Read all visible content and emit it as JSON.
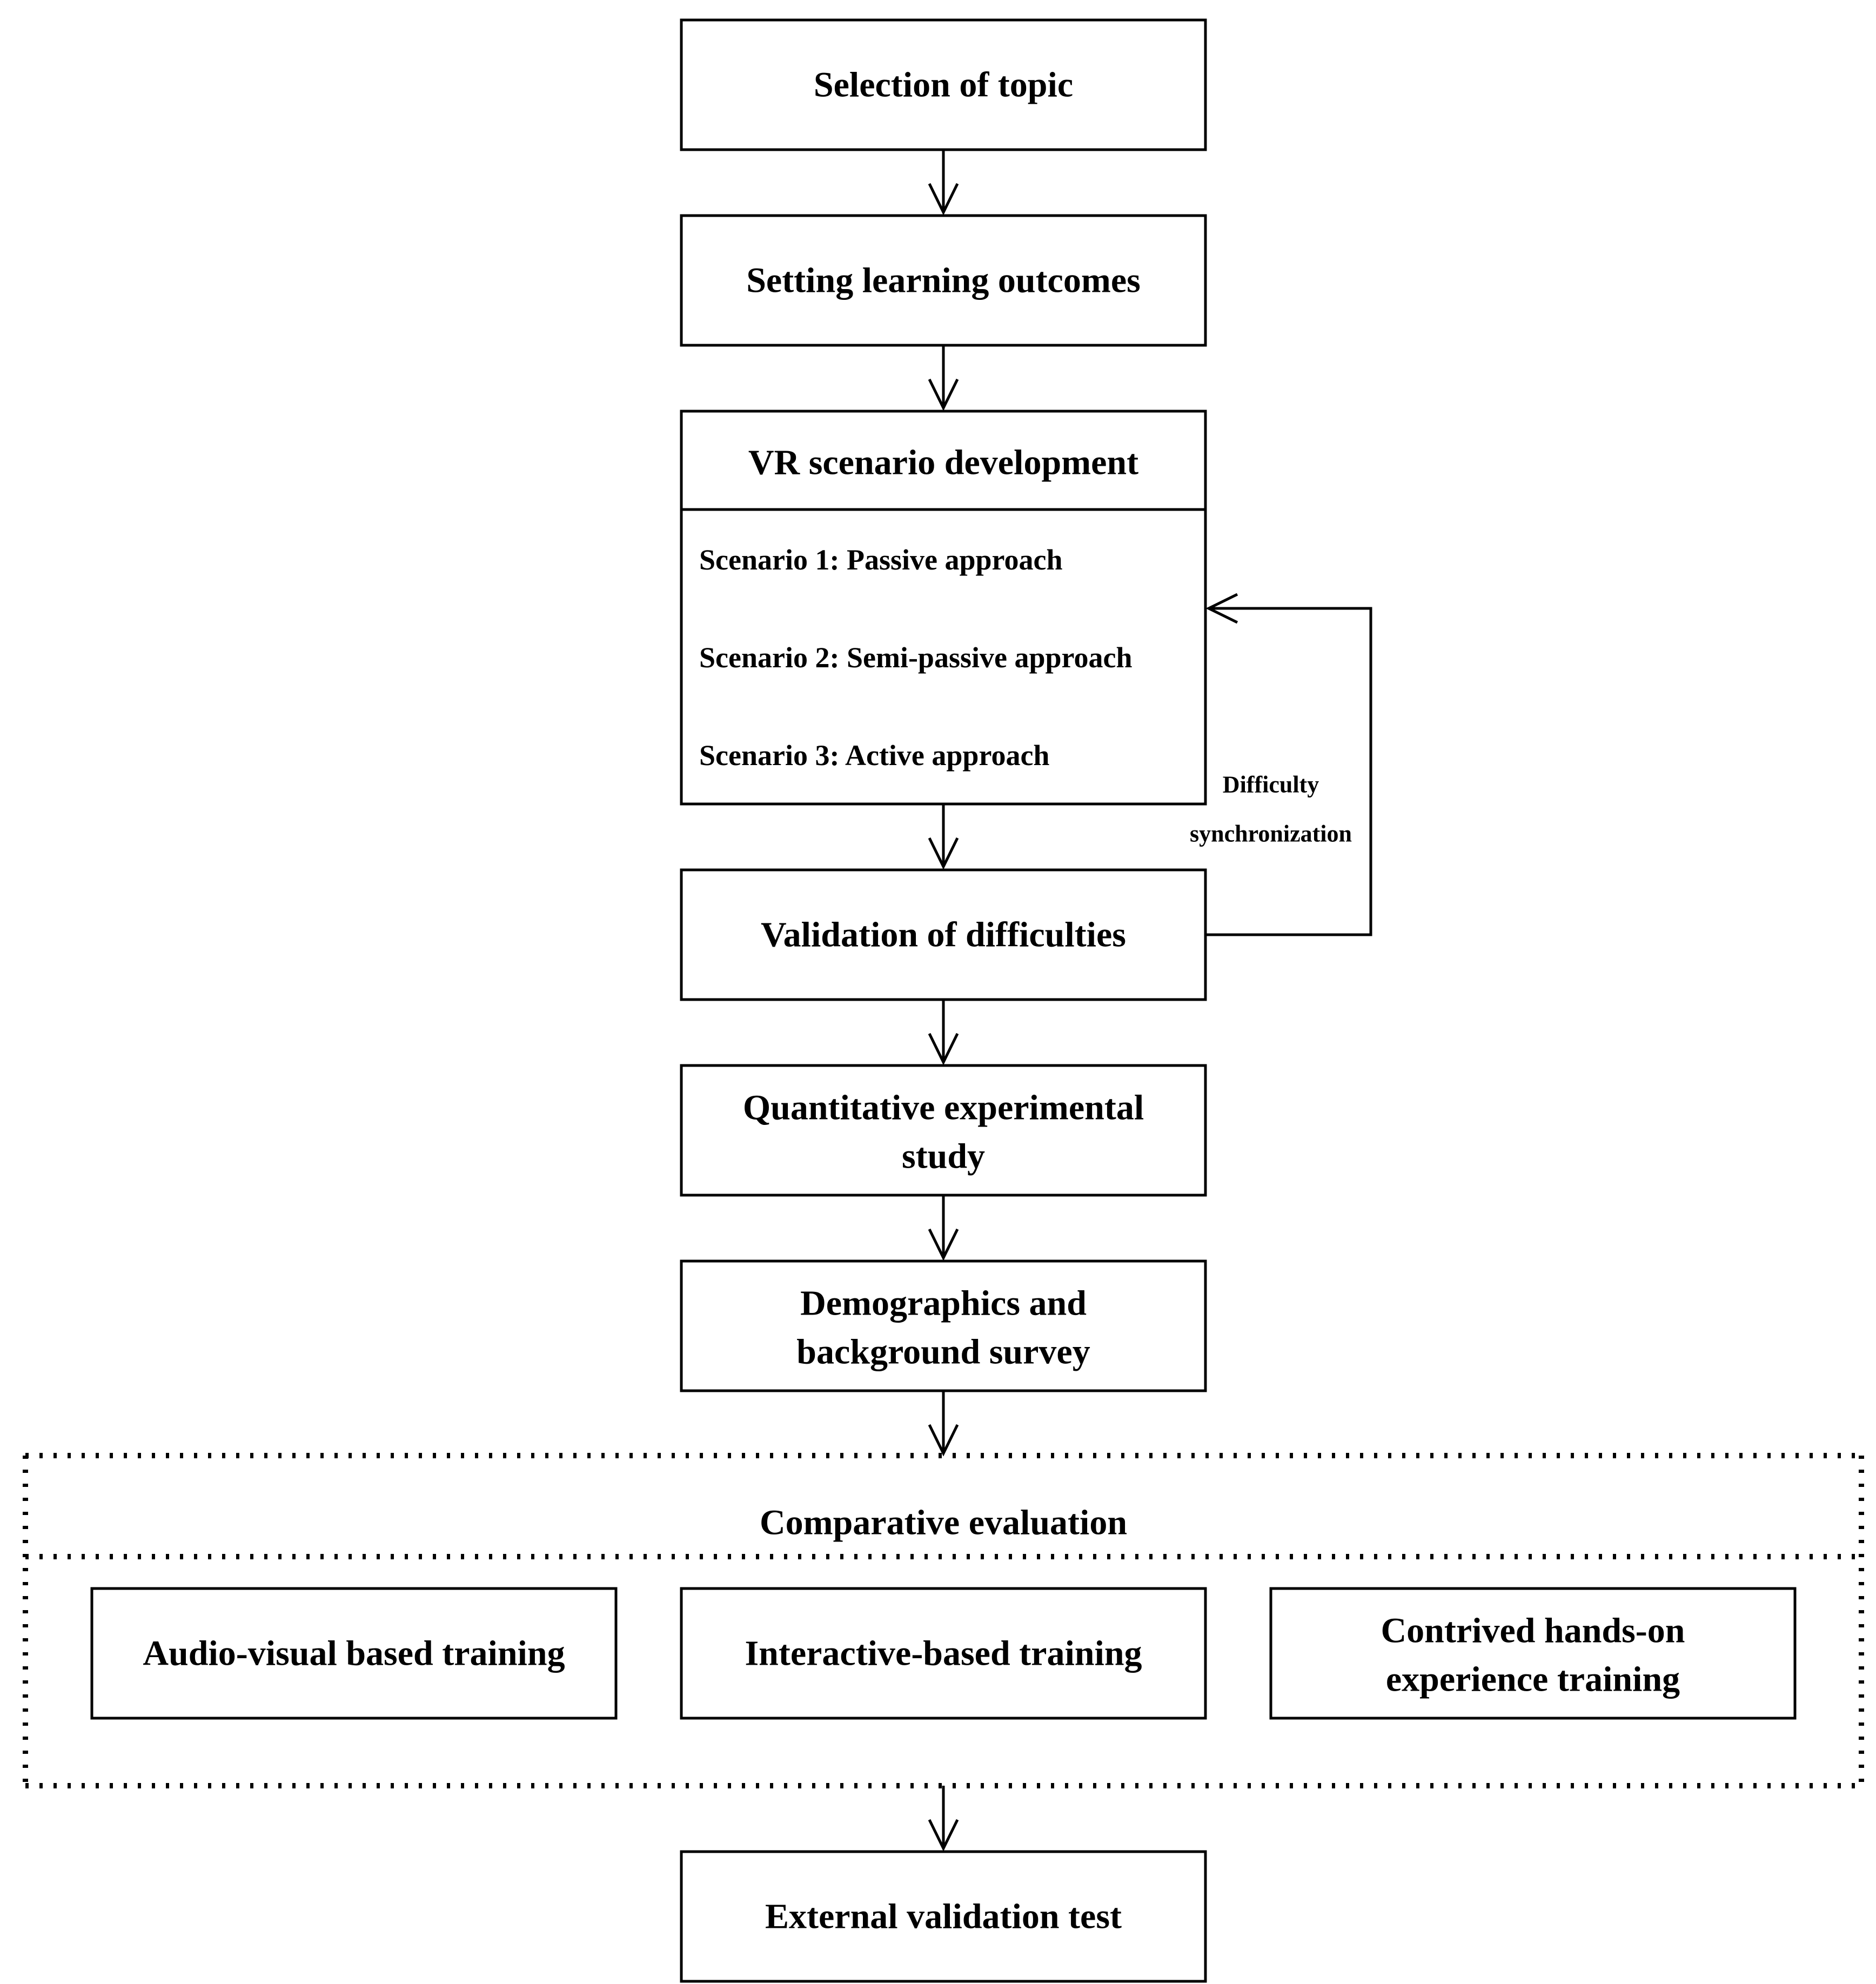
{
  "nodes": {
    "selection_of_topic": "Selection of topic",
    "setting_learning_outcomes": "Setting learning outcomes",
    "vr_scenario_development": {
      "title": "VR scenario development",
      "scenarios": [
        "Scenario 1: Passive approach",
        "Scenario 2: Semi-passive approach",
        "Scenario 3: Active approach"
      ]
    },
    "validation_of_difficulties": "Validation of difficulties",
    "quantitative_experimental_study": [
      "Quantitative experimental",
      "study"
    ],
    "demographics_survey": [
      "Demographics and",
      "background survey"
    ],
    "comparative_evaluation": {
      "title": "Comparative evaluation",
      "items": [
        [
          "Audio-visual based training"
        ],
        [
          "Interactive-based training"
        ],
        [
          "Contrived hands-on",
          "experience training"
        ]
      ]
    },
    "external_validation_test": "External validation test"
  },
  "feedback_label": [
    "Difficulty",
    "synchronization"
  ]
}
